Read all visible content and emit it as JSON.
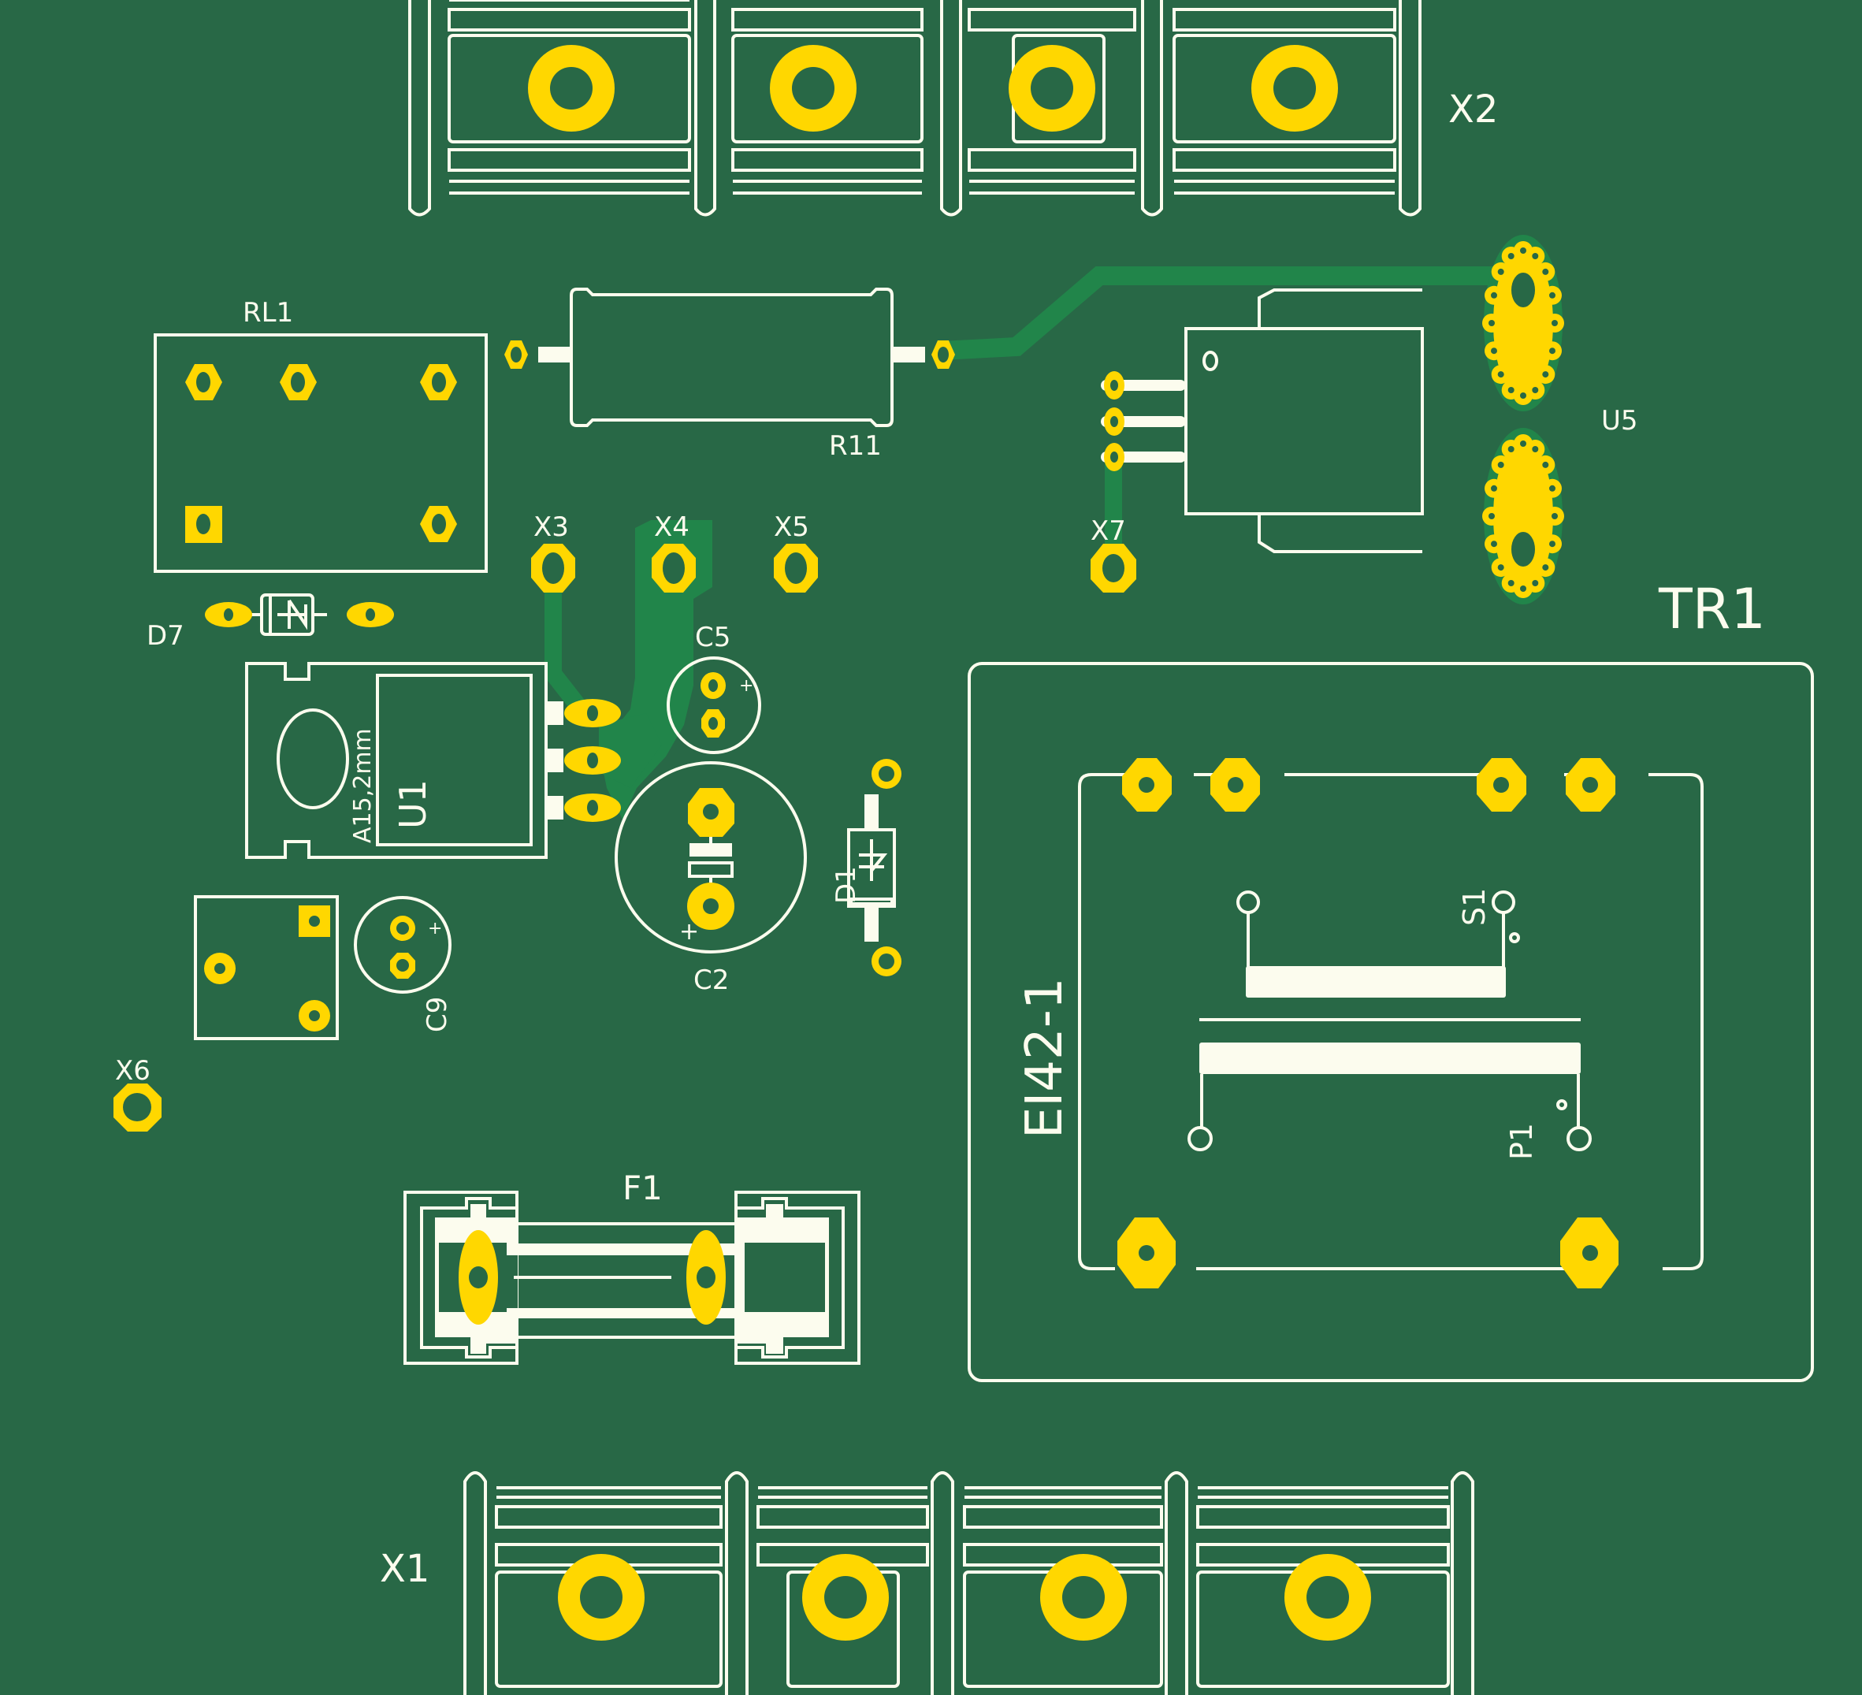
{
  "board": {
    "colors": {
      "substrate": "#286846",
      "copper_fill": "#21854a",
      "pad": "#ffd700",
      "silkscreen": "#fcfcee"
    }
  },
  "labels": {
    "x2": "X2",
    "rl1": "RL1",
    "r11": "R11",
    "u5": "U5",
    "x3": "X3",
    "x4": "X4",
    "x5": "X5",
    "x7": "X7",
    "tr1": "TR1",
    "d7": "D7",
    "c5": "C5",
    "u1": "U1",
    "u1_value": "A15,2mm",
    "c2": "C2",
    "d1": "D1",
    "c9": "C9",
    "x6": "X6",
    "f1": "F1",
    "x1": "X1",
    "tr1_value": "EI42-1",
    "s1": "S1",
    "p1": "P1",
    "plus": "+"
  }
}
